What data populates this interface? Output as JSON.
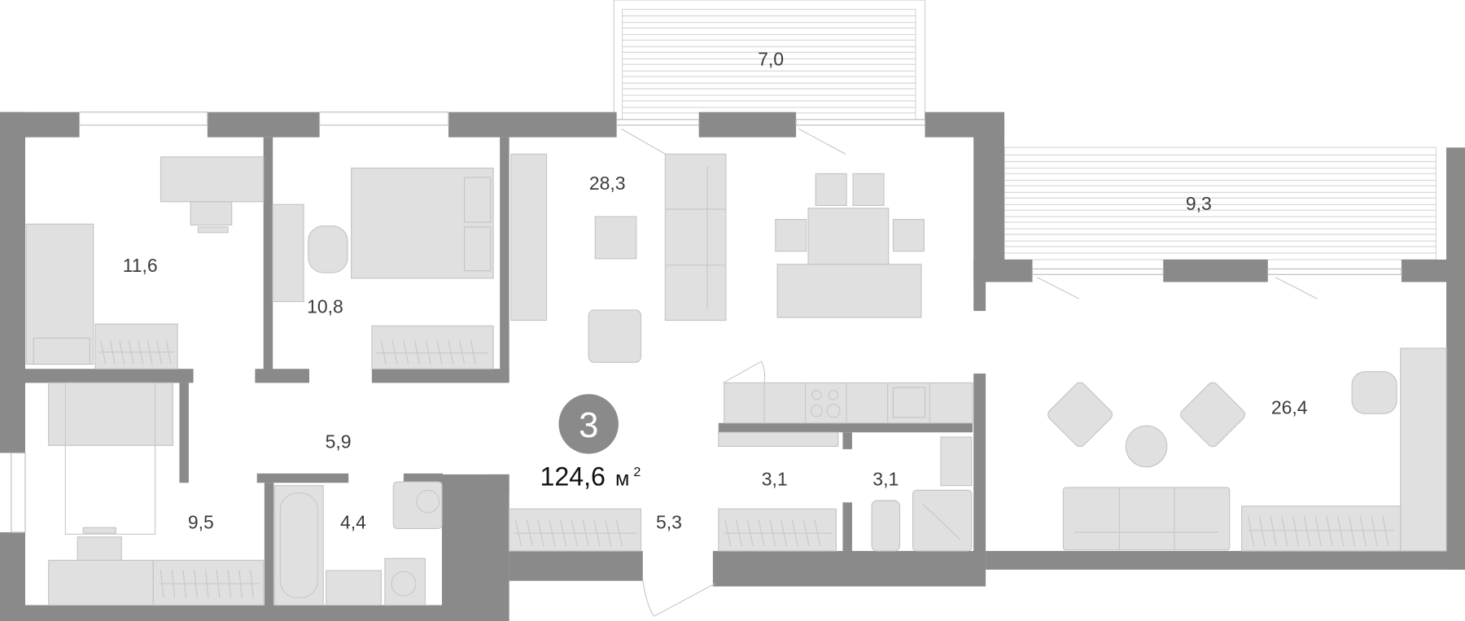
{
  "plan": {
    "rooms_count": "3",
    "total_area": "124,6",
    "area_unit": "м",
    "area_unit_power": "2",
    "colors": {
      "wall": "#8a8a8a",
      "furniture": "#e0e0e0",
      "badge": "#8a8a8a",
      "label": "#3c3c3c"
    },
    "rooms": [
      {
        "id": "balcony-top",
        "area": "7,0"
      },
      {
        "id": "bedroom-1",
        "area": "11,6"
      },
      {
        "id": "bedroom-2",
        "area": "10,8"
      },
      {
        "id": "living-room",
        "area": "28,3"
      },
      {
        "id": "balcony-right",
        "area": "9,3"
      },
      {
        "id": "hall",
        "area": "5,9"
      },
      {
        "id": "bedroom-3",
        "area": "9,5"
      },
      {
        "id": "bathroom",
        "area": "4,4"
      },
      {
        "id": "entrance",
        "area": "5,3"
      },
      {
        "id": "storage",
        "area": "3,1"
      },
      {
        "id": "shower-room",
        "area": "3,1"
      },
      {
        "id": "lounge",
        "area": "26,4"
      }
    ]
  }
}
